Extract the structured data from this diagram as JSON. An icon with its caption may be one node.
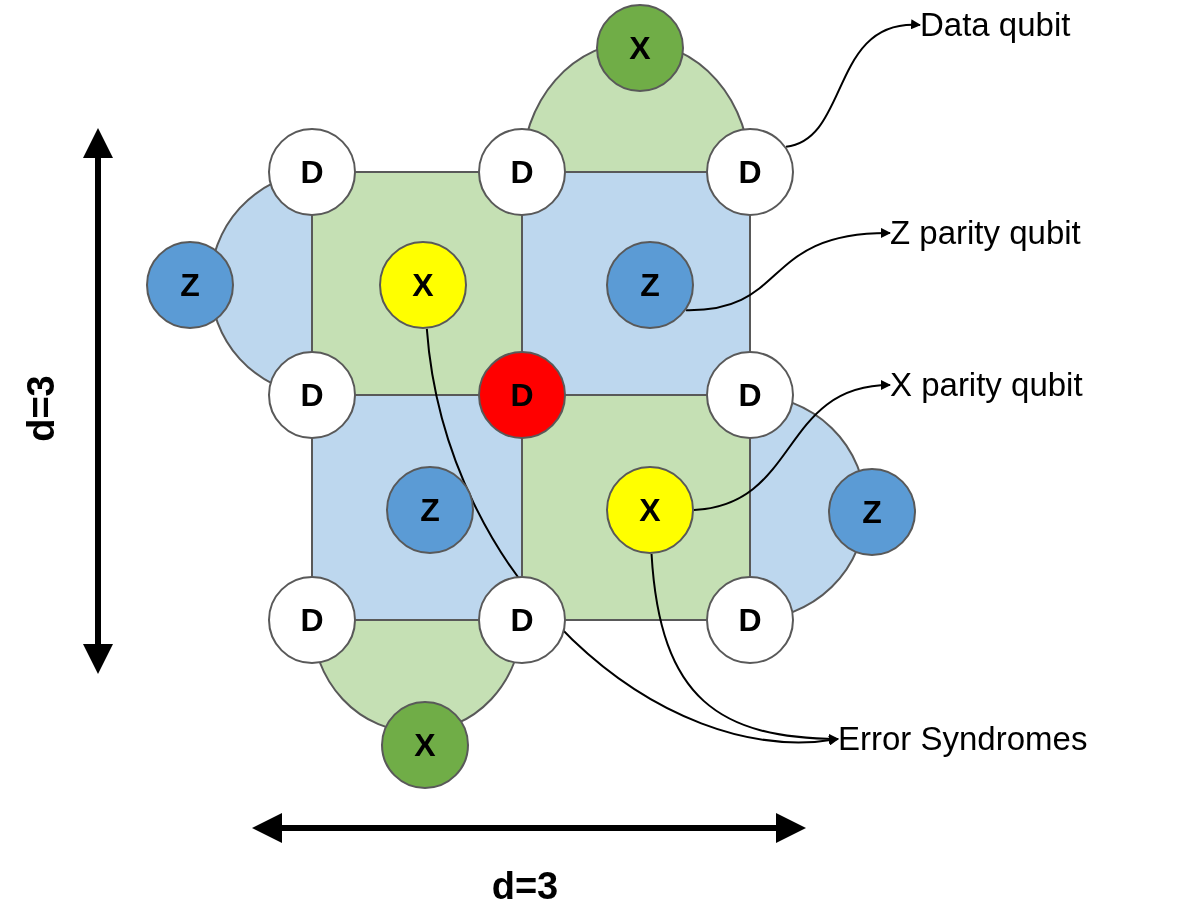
{
  "diagram": {
    "nodes": [
      {
        "text": [
          "X"
        ]
      },
      {
        "text": [
          "D"
        ]
      },
      {
        "text": [
          "D"
        ]
      },
      {
        "text": [
          "D"
        ]
      },
      {
        "text": [
          "Z"
        ]
      },
      {
        "text": [
          "X"
        ]
      },
      {
        "text": [
          "Z"
        ]
      },
      {
        "text": [
          "D"
        ]
      },
      {
        "text": [
          "D"
        ]
      },
      {
        "text": [
          "D"
        ]
      },
      {
        "text": [
          "Z"
        ]
      },
      {
        "text": [
          "X"
        ]
      },
      {
        "text": [
          "Z"
        ]
      },
      {
        "text": [
          "D"
        ]
      },
      {
        "text": [
          "D"
        ]
      },
      {
        "text": [
          "D"
        ]
      },
      {
        "text": [
          "X"
        ]
      },
      {
        "text": [
          "Data qubit"
        ]
      },
      {
        "text": [
          "Z parity qubit"
        ]
      },
      {
        "text": [
          "X parity qubit"
        ]
      },
      {
        "text": [
          "Error Syndromes"
        ]
      }
    ],
    "edges": [
      {
        "from": 3,
        "to": 17,
        "arrow": "to"
      },
      {
        "from": 6,
        "to": 18,
        "arrow": "to"
      },
      {
        "from": 11,
        "to": 19,
        "arrow": "to"
      },
      {
        "from": 5,
        "to": 20,
        "arrow": "to"
      },
      {
        "from": 11,
        "to": 20,
        "arrow": "to"
      }
    ],
    "labels": [
      "d=3",
      "d=3"
    ]
  }
}
